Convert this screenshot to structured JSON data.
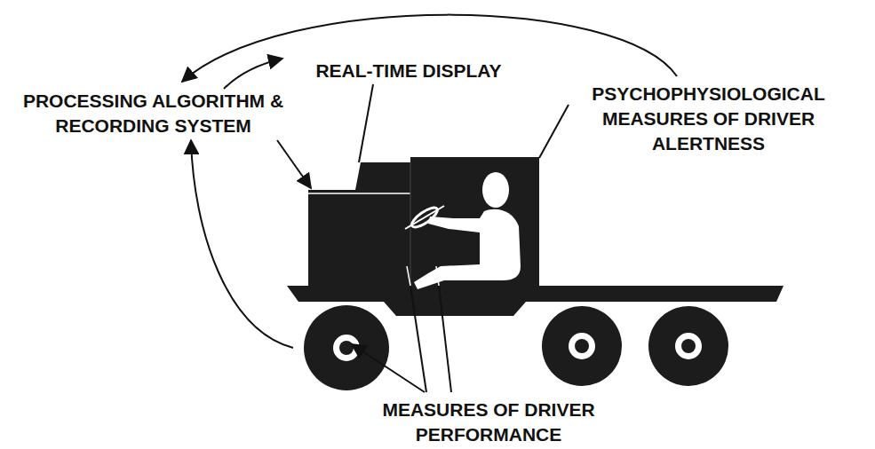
{
  "diagram": {
    "labels": [
      "REAL-TIME DISPLAY",
      "PSYCHOPHYSIOLOGICAL MEASURES OF DRIVER ALERTNESS",
      "PROCESSING ALGORITHM & RECORDING SYSTEM",
      "MEASURES OF DRIVER PERFORMANCE"
    ]
  }
}
